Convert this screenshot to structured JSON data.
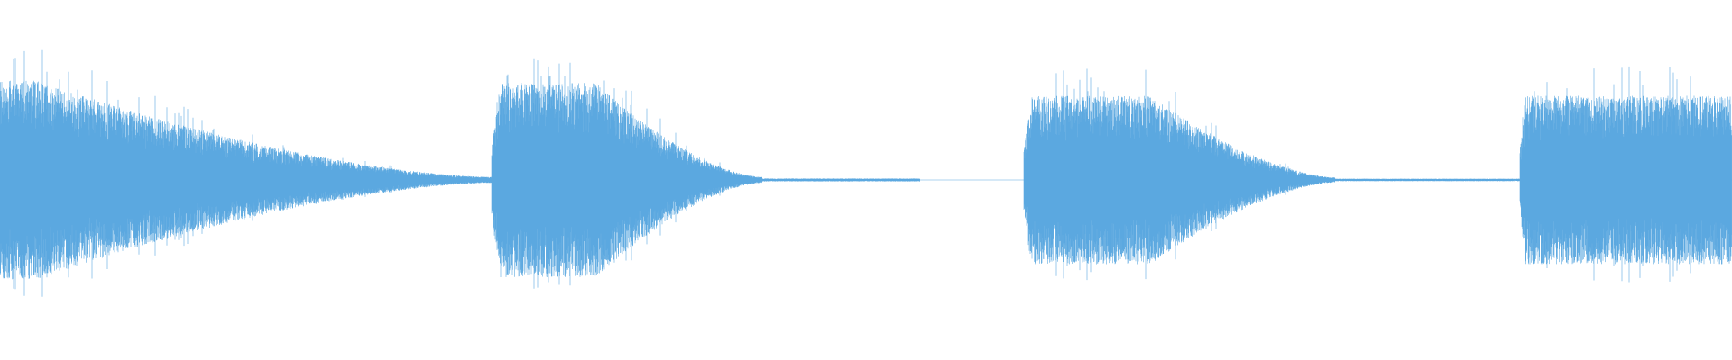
{
  "waveform": {
    "color": "#5ba8e0",
    "background": "#ffffff",
    "bursts": [
      {
        "peak": 0.92,
        "decay": "slow-taper"
      },
      {
        "peak": 0.9,
        "decay": "taper"
      },
      {
        "peak": 0.78,
        "decay": "slow-taper"
      },
      {
        "peak": 0.78,
        "decay": "cut-off"
      }
    ]
  }
}
